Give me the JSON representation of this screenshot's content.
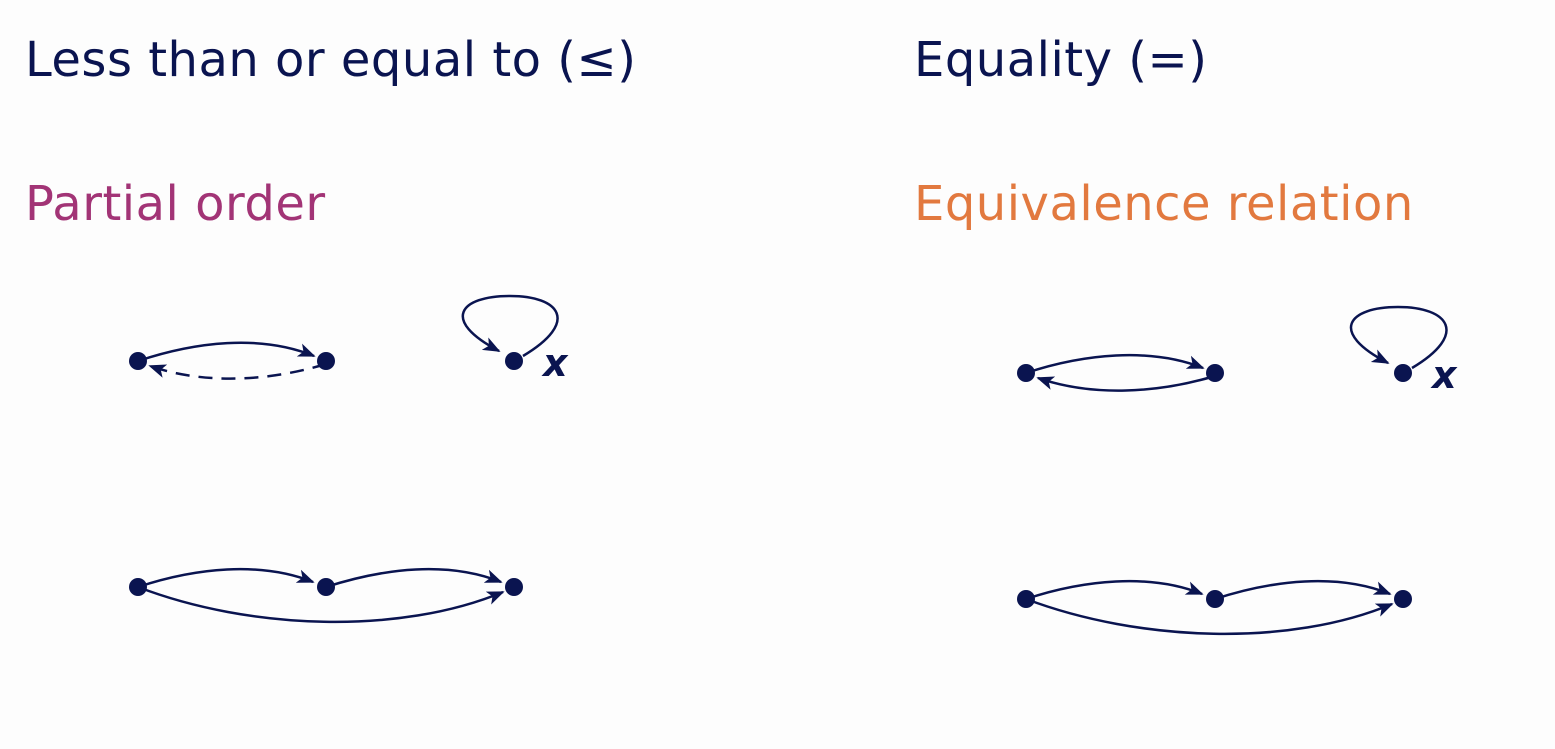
{
  "left_panel": {
    "title": "Less than or equal to (≤)",
    "property": "Partial order",
    "loop_node_label": "x"
  },
  "right_panel": {
    "title": "Equality (=)",
    "property": "Equivalence relation",
    "loop_node_label": "x"
  },
  "colors": {
    "ink": "#0a1450",
    "partial_order": "#a23476",
    "equivalence": "#e2793f",
    "background": "#fdfdfd"
  }
}
